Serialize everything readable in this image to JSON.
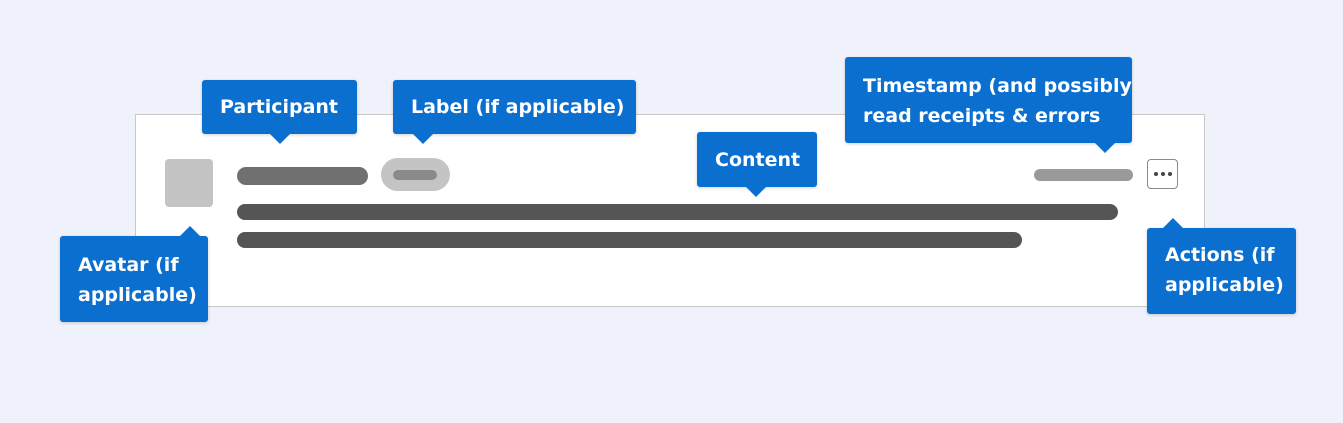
{
  "colors": {
    "background": "#eff2fa",
    "card": "#ffffff",
    "callout": "#0b6fcf",
    "callout_text": "#ffffff",
    "placeholder_dark": "#555555",
    "placeholder_mid": "#707070",
    "placeholder_light": "#c4c4c4"
  },
  "callouts": {
    "participant": "Participant",
    "label": "Label (if applicable)",
    "content": "Content",
    "timestamp_line1": "Timestamp (and possibly",
    "timestamp_line2": "read receipts & errors",
    "avatar_line1": "Avatar (if",
    "avatar_line2": "applicable)",
    "actions_line1": "Actions (if",
    "actions_line2": "applicable)"
  },
  "icons": {
    "actions": "more-horizontal-icon"
  }
}
